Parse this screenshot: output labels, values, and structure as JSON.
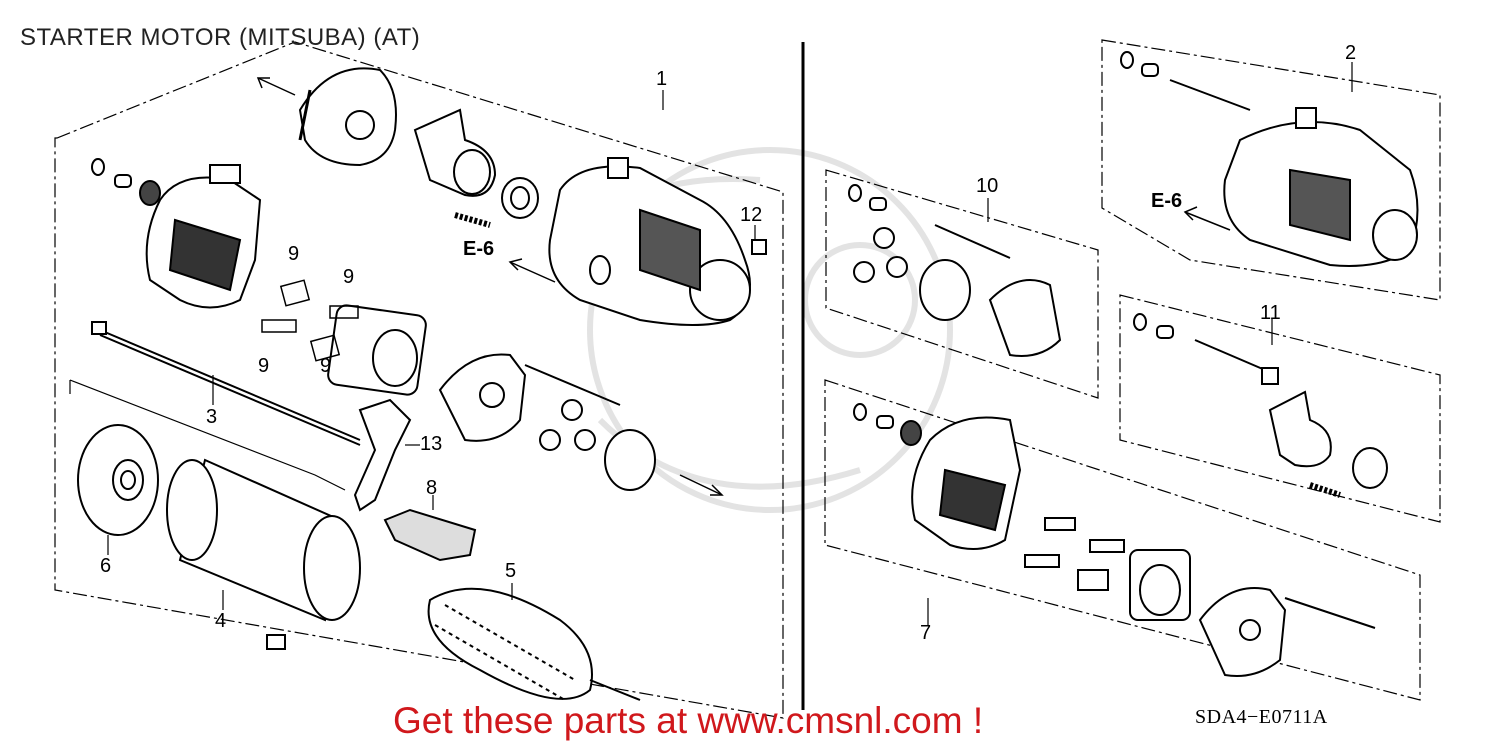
{
  "title": "STARTER MOTOR (MITSUBA)  (AT)",
  "diagram_code": "SDA4−E0711A",
  "promo_text": "Get these parts at www.cmsnl.com !",
  "ref_label": "E-6",
  "callouts": [
    "1",
    "2",
    "3",
    "4",
    "5",
    "6",
    "7",
    "8",
    "9",
    "10",
    "11",
    "12",
    "13"
  ],
  "colors": {
    "promo": "#d0181c",
    "line": "#000000",
    "watermark": "#e3e3e3"
  }
}
